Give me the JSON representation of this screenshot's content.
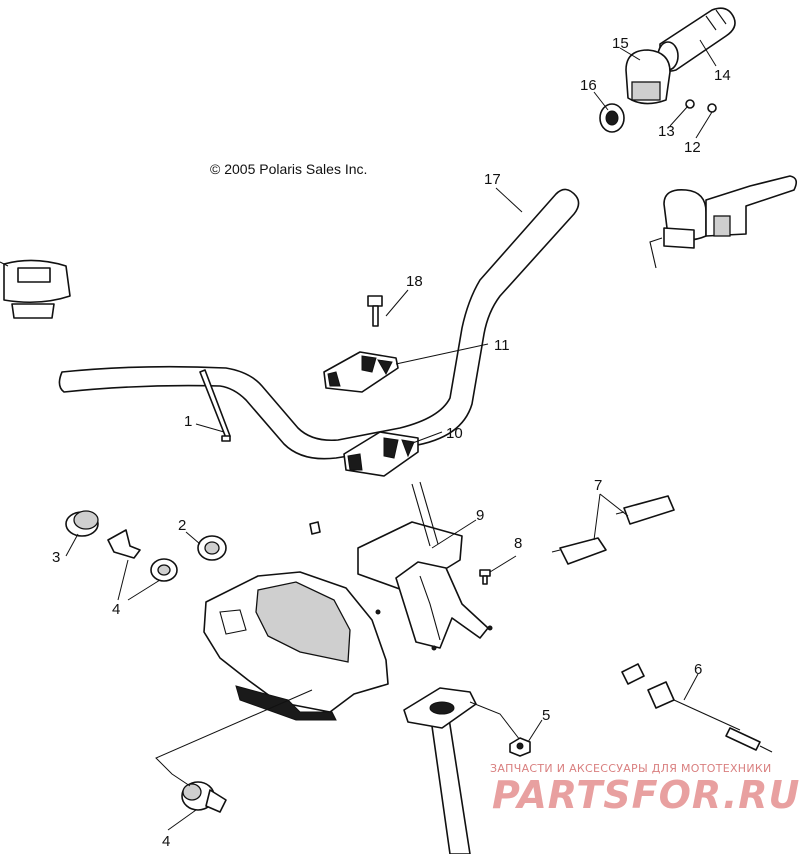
{
  "copyright": "© 2005 Polaris Sales Inc.",
  "callouts": {
    "c1": "1",
    "c2": "2",
    "c3": "3",
    "c4a": "4",
    "c4b": "4",
    "c5": "5",
    "c6": "6",
    "c7": "7",
    "c8": "8",
    "c9": "9",
    "c10": "10",
    "c11": "11",
    "c12": "12",
    "c13": "13",
    "c14": "14",
    "c15": "15",
    "c16": "16",
    "c17": "17",
    "c18": "18"
  },
  "watermark": {
    "tagline": "ЗАПЧАСТИ И АКСЕССУАРЫ ДЛЯ МОТОТЕХНИКИ",
    "brand": "PARTSFOR.RU"
  }
}
